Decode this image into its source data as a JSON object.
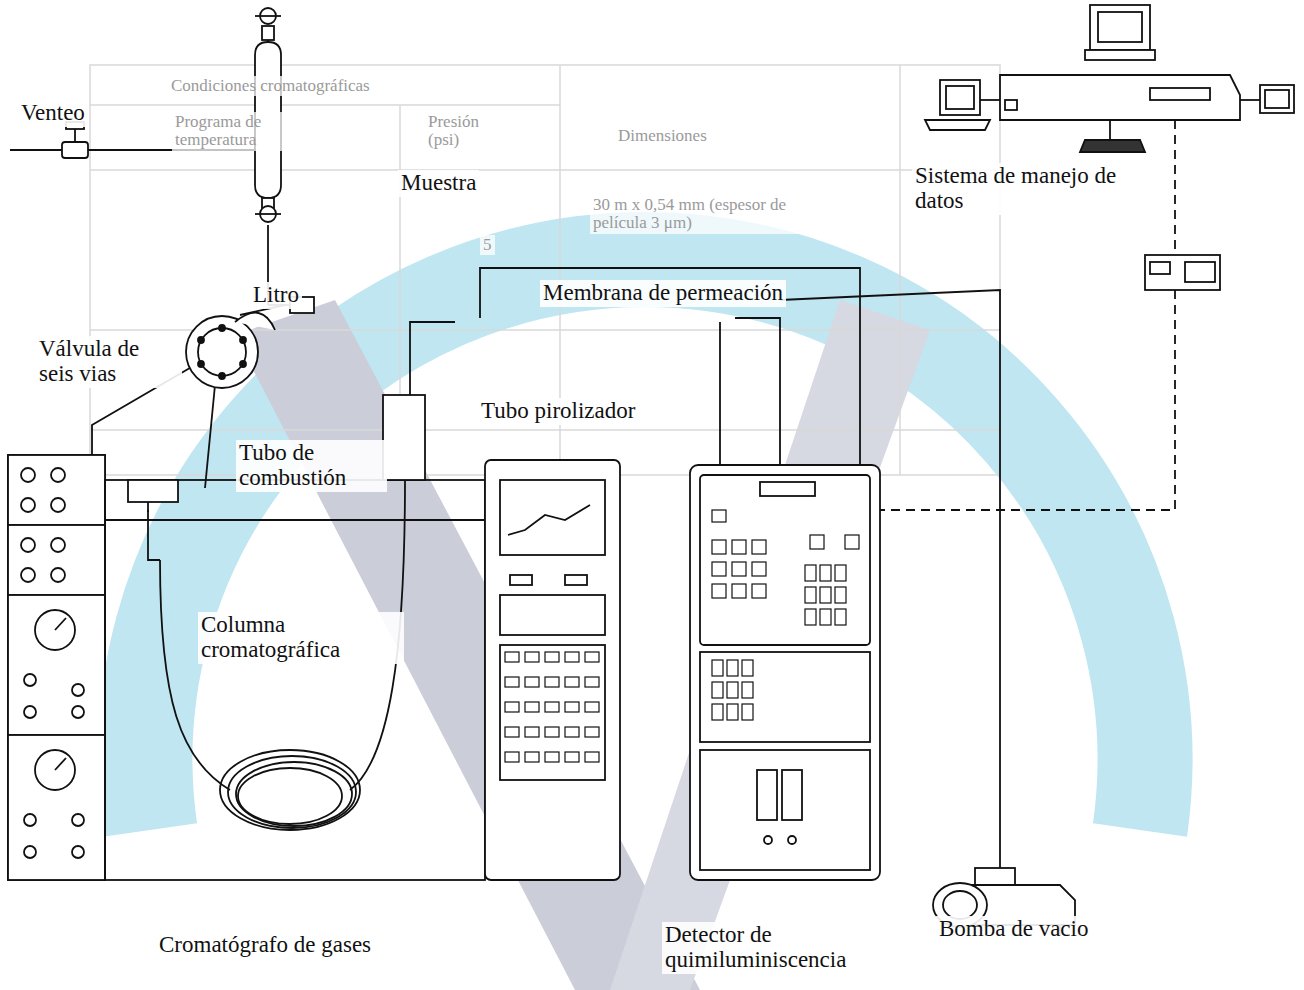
{
  "diagram": {
    "labels": [
      "Venteo",
      "Muestra",
      "Sistema de manejo de datos",
      "Litro",
      "Membrana de permeación",
      "Válvula de seis vias",
      "Tubo pirolizador",
      "Tubo de combustión",
      "Columna cromatográfica",
      "Cromatógrafo de gases",
      "Detector de quimiluminiscencia",
      "Bomba de vacio",
      "Condiciones cromatográficas",
      "Programa de temperatura",
      "Presión (psi)",
      "Dimensiones",
      "30 m x 0,54 mm (espesor de película 3 μm)",
      "5"
    ]
  }
}
